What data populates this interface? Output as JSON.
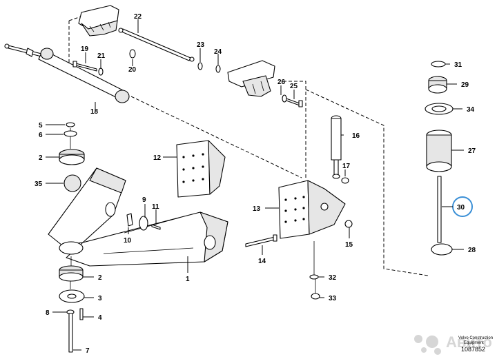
{
  "callouts": {
    "p1": "1",
    "p2a": "2",
    "p2b": "2",
    "p3": "3",
    "p4": "4",
    "p5": "5",
    "p6": "6",
    "p7": "7",
    "p8": "8",
    "p9": "9",
    "p10": "10",
    "p11": "11",
    "p12": "12",
    "p13": "13",
    "p14": "14",
    "p15": "15",
    "p16": "16",
    "p17": "17",
    "p18": "18",
    "p19": "19",
    "p20": "20",
    "p21": "21",
    "p22": "22",
    "p23": "23",
    "p24": "24",
    "p25": "25",
    "p26": "26",
    "p27": "27",
    "p28": "28",
    "p29": "29",
    "p30": "30",
    "p31": "31",
    "p32": "32",
    "p33": "33",
    "p34": "34",
    "p35": "35"
  },
  "highlight": {
    "part": "30",
    "color": "#3a8fd6"
  },
  "credit": {
    "line1": "Volvo Construction",
    "line2": "Equipment"
  },
  "document_number": "1087852",
  "watermark": {
    "brand": "avito-style watermark",
    "color": "#bfbfbf"
  }
}
